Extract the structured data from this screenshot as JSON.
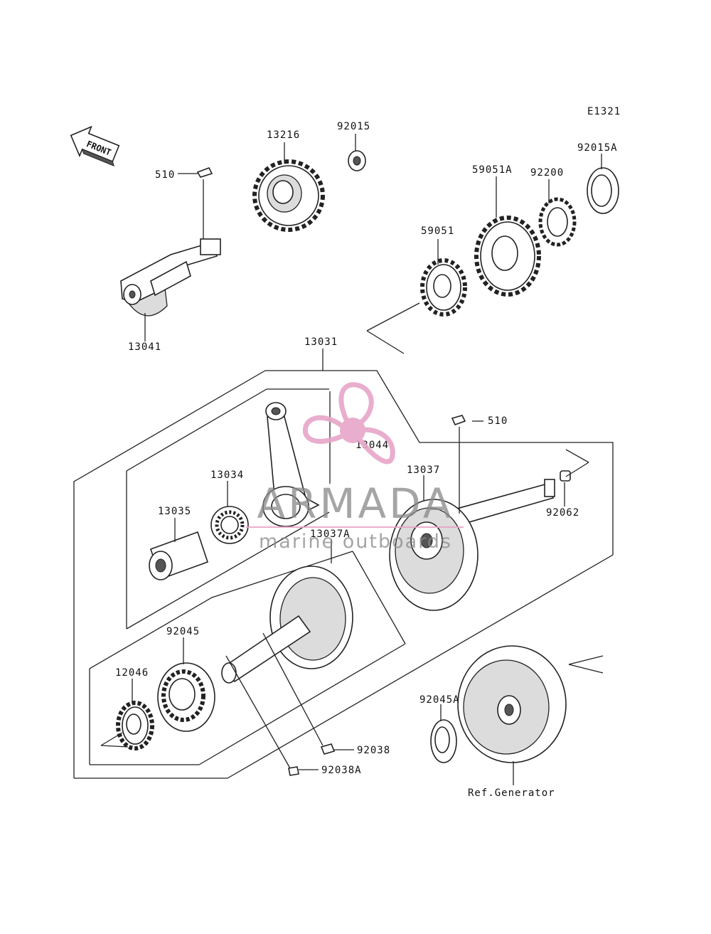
{
  "diagram": {
    "code": "E1321",
    "front_label": "FRONT",
    "parts": [
      {
        "id": "p13216",
        "label": "13216"
      },
      {
        "id": "p92015",
        "label": "92015"
      },
      {
        "id": "p92015A",
        "label": "92015A"
      },
      {
        "id": "p92200",
        "label": "92200"
      },
      {
        "id": "p59051A",
        "label": "59051A"
      },
      {
        "id": "p59051",
        "label": "59051"
      },
      {
        "id": "p510a",
        "label": "510"
      },
      {
        "id": "p13041",
        "label": "13041"
      },
      {
        "id": "p13031",
        "label": "13031"
      },
      {
        "id": "p510b",
        "label": "510"
      },
      {
        "id": "p13044",
        "label": "13044"
      },
      {
        "id": "p13037",
        "label": "13037"
      },
      {
        "id": "p13034",
        "label": "13034"
      },
      {
        "id": "p13035",
        "label": "13035"
      },
      {
        "id": "p92062",
        "label": "92062"
      },
      {
        "id": "p13037A",
        "label": "13037A"
      },
      {
        "id": "p92045",
        "label": "92045"
      },
      {
        "id": "p12046",
        "label": "12046"
      },
      {
        "id": "p92045A",
        "label": "92045A"
      },
      {
        "id": "p92038",
        "label": "92038"
      },
      {
        "id": "p92038A",
        "label": "92038A"
      },
      {
        "id": "pRef",
        "label": "Ref.Generator"
      }
    ]
  },
  "watermark": {
    "brand": "ARMADA",
    "tagline": "marine outboards",
    "color": "#e7a6c8"
  }
}
